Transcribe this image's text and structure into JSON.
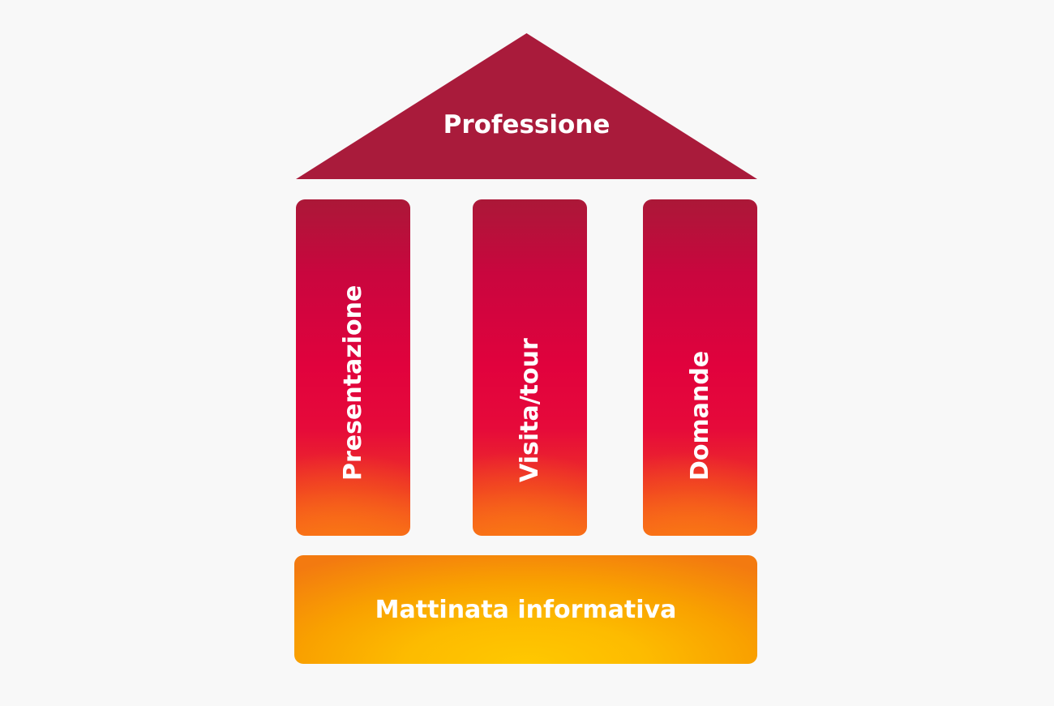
{
  "diagram": {
    "roof": {
      "label": "Professione",
      "color": "#a91b3b"
    },
    "pillars": [
      {
        "label": "Presentazione"
      },
      {
        "label": "Visita/tour"
      },
      {
        "label": "Domande"
      }
    ],
    "base": {
      "label": "Mattinata informativa"
    },
    "colors": {
      "background": "#f8f8f8",
      "pillar_top": "#ab1838",
      "pillar_middle": "#e1023d",
      "pillar_bottom": "#f7661a",
      "base_center": "#ffc800",
      "base_edge": "#f37a10"
    }
  }
}
